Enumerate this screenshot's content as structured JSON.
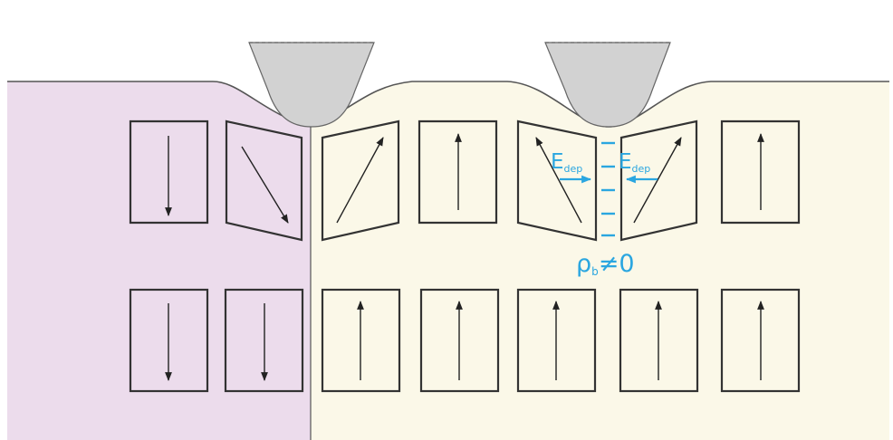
{
  "colors": {
    "left_domain_fill": "#ecdcec",
    "right_domain_fill": "#fbf8e8",
    "tip_fill": "#d2d2d2",
    "outline": "#333333",
    "arrow": "#222222",
    "annotation": "#2aa6e0"
  },
  "labels": {
    "edep_letter": "E",
    "edep_subscript": "dep",
    "rho_letter": "ρ",
    "rho_subscript": "b",
    "rho_relation": "≠0"
  }
}
